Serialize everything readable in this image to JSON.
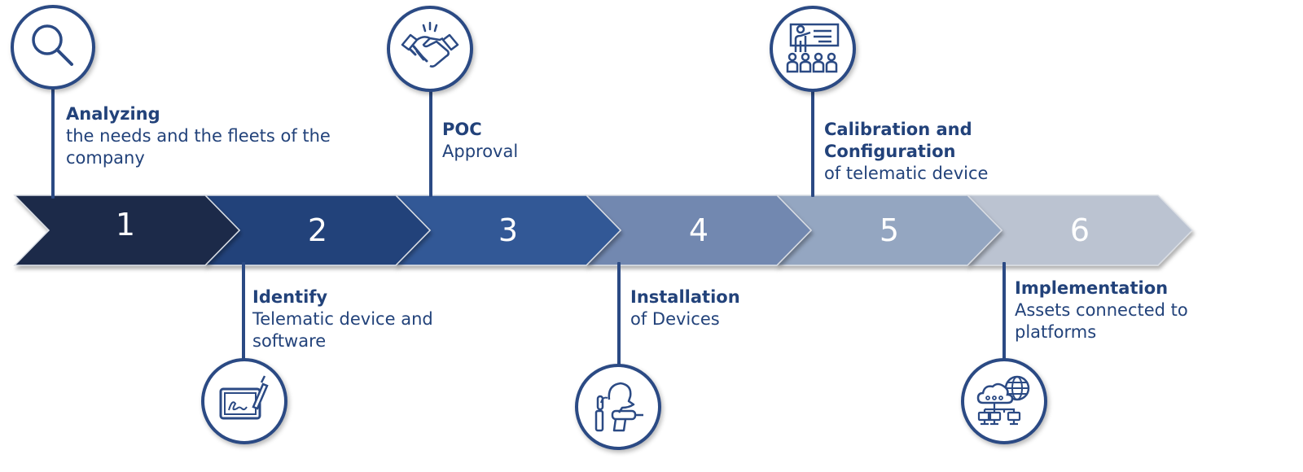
{
  "diagram": {
    "type": "process-timeline",
    "colors": {
      "accent": "#2b4a84",
      "text": "#22427a",
      "step_fills": [
        "#1b2a4a",
        "#22427a",
        "#335896",
        "#7288b0",
        "#94a6c1",
        "#bbc3d1"
      ]
    },
    "steps": [
      {
        "number": "1",
        "title": "Analyzing",
        "description": "the needs and the fleets of the company",
        "desc_lines": [
          "the needs and the fleets of the",
          "company"
        ],
        "icon": "magnifier-icon",
        "position": "top"
      },
      {
        "number": "2",
        "title": "Identify",
        "description": "Telematic device and software",
        "desc_lines": [
          "Telematic device and",
          "software"
        ],
        "icon": "signature-tablet-icon",
        "position": "bottom"
      },
      {
        "number": "3",
        "title": "POC",
        "description": "Approval",
        "desc_lines": [
          "Approval"
        ],
        "icon": "handshake-icon",
        "position": "top"
      },
      {
        "number": "4",
        "title": "Installation",
        "description": "of Devices",
        "desc_lines": [
          "of Devices"
        ],
        "icon": "technician-drill-icon",
        "position": "bottom"
      },
      {
        "number": "5",
        "title": "Calibration and Configuration",
        "title_lines": [
          "Calibration and",
          "Configuration"
        ],
        "description": "of telematic device",
        "desc_lines": [
          "of telematic device"
        ],
        "icon": "presentation-training-icon",
        "position": "top"
      },
      {
        "number": "6",
        "title": "Implementation",
        "description": "Assets connected to platforms",
        "desc_lines": [
          "Assets connected to",
          "platforms"
        ],
        "icon": "cloud-network-icon",
        "position": "bottom"
      }
    ]
  }
}
